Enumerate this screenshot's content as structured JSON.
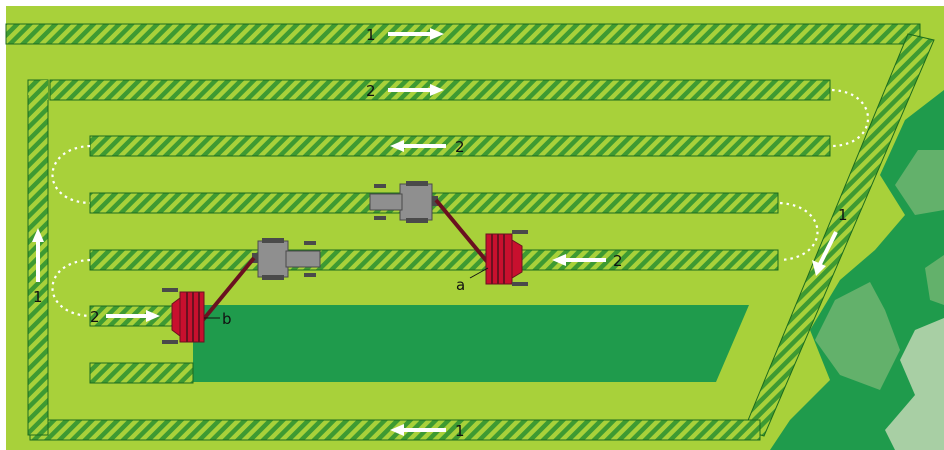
{
  "colors": {
    "field": "#a8d13a",
    "stripe_light": "#a8d13a",
    "stripe_dark": "#3e9a32",
    "harvested": "#1f9b4c",
    "tree_dark": "#1f9b4c",
    "tree_mid": "#63b16b",
    "tree_light": "#a8cfa4",
    "tractor": "#8f8f8f",
    "mower": "#c8102e",
    "arrow": "#ffffff"
  },
  "labels": {
    "headland_top": "1",
    "headland_right": "1",
    "headland_bottom": "1",
    "headland_left": "1",
    "row_top": "2",
    "row_second": "2",
    "row_mower_right": "2",
    "row_mower_left": "2",
    "callout_a": "a",
    "callout_b": "b"
  },
  "icons": {
    "tractor": "tractor-icon",
    "mower": "mower-icon",
    "direction": "arrow-icon",
    "trees": "tree-icon"
  }
}
